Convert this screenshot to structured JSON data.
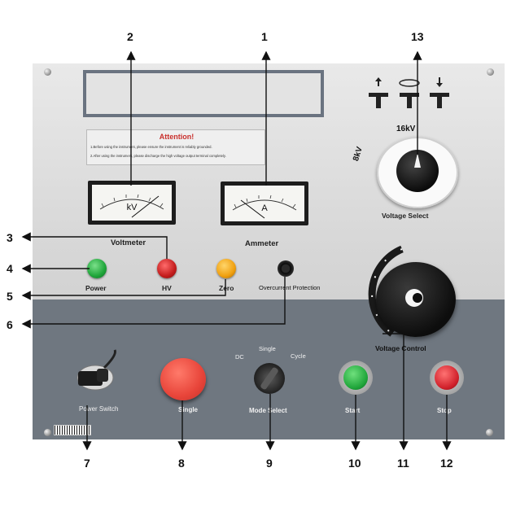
{
  "panel": {
    "attention": {
      "title": "Attention!",
      "line1": "1.Before using the instrument, please ensure the instrument is reliably grounded.",
      "line2": "2.After using the instrument, please discharge the high voltage output terminal completely."
    },
    "voltmeter": {
      "unit": "kV",
      "label": "Voltmeter"
    },
    "ammeter": {
      "unit": "A",
      "label": "Ammeter"
    },
    "indicators": {
      "power": "Power",
      "hv": "HV",
      "zero": "Zero",
      "overcurrent": "Overcurrent Protection"
    },
    "voltage_select": {
      "high": "16kV",
      "low": "8kV",
      "label": "Voltage Select"
    },
    "voltage_control": {
      "label": "Voltage Control"
    },
    "power_switch": "Power Switch",
    "single_button": "Single",
    "mode_select": {
      "label": "Mode Select",
      "dc": "DC",
      "single": "Single",
      "cycle": "Cycle"
    },
    "start": "Start",
    "stop": "Stop"
  },
  "callouts": [
    "1",
    "2",
    "3",
    "4",
    "5",
    "6",
    "7",
    "8",
    "9",
    "10",
    "11",
    "12",
    "13"
  ],
  "colors": {
    "panel_upper": "#dcdcdc",
    "panel_lower": "#6f7780",
    "attention_red": "#c9302c",
    "lamp_green": "#1fa53a",
    "lamp_red": "#c41d1d",
    "lamp_amber": "#f0a010",
    "estop_red": "#e8453a"
  }
}
